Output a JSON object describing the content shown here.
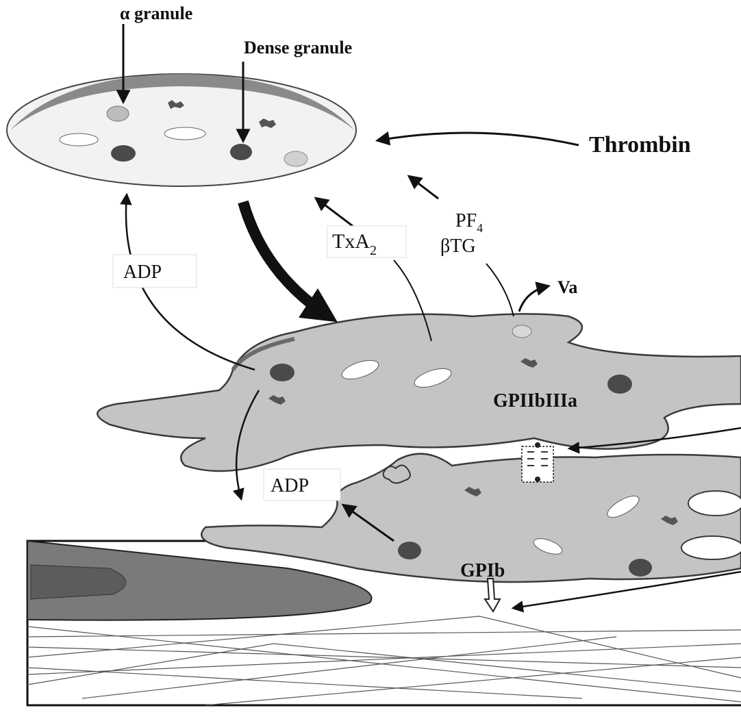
{
  "labels": {
    "alpha_granule": "α granule",
    "dense_granule": "Dense granule",
    "thrombin": "Thrombin",
    "adp_upper": "ADP",
    "txa2_main": "TxA",
    "txa2_sub": "2",
    "pf4_main": "PF",
    "pf4_sub": "4",
    "btg": "βTG",
    "va": "Va",
    "gpiibiiia": "GPIIbIIIa",
    "adp_lower": "ADP",
    "gpib": "GPIb"
  },
  "colors": {
    "platelet_fill": "#c4c4c4",
    "platelet_outline": "#3a3a3a",
    "resting_platelet_fill": "#f2f2f2",
    "resting_platelet_rim": "#8a8a8a",
    "dense_granule": "#4a4a4a",
    "alpha_granule": "#bdbdbd",
    "subendothelium": "#7a7a7a",
    "arrow": "#111111"
  }
}
